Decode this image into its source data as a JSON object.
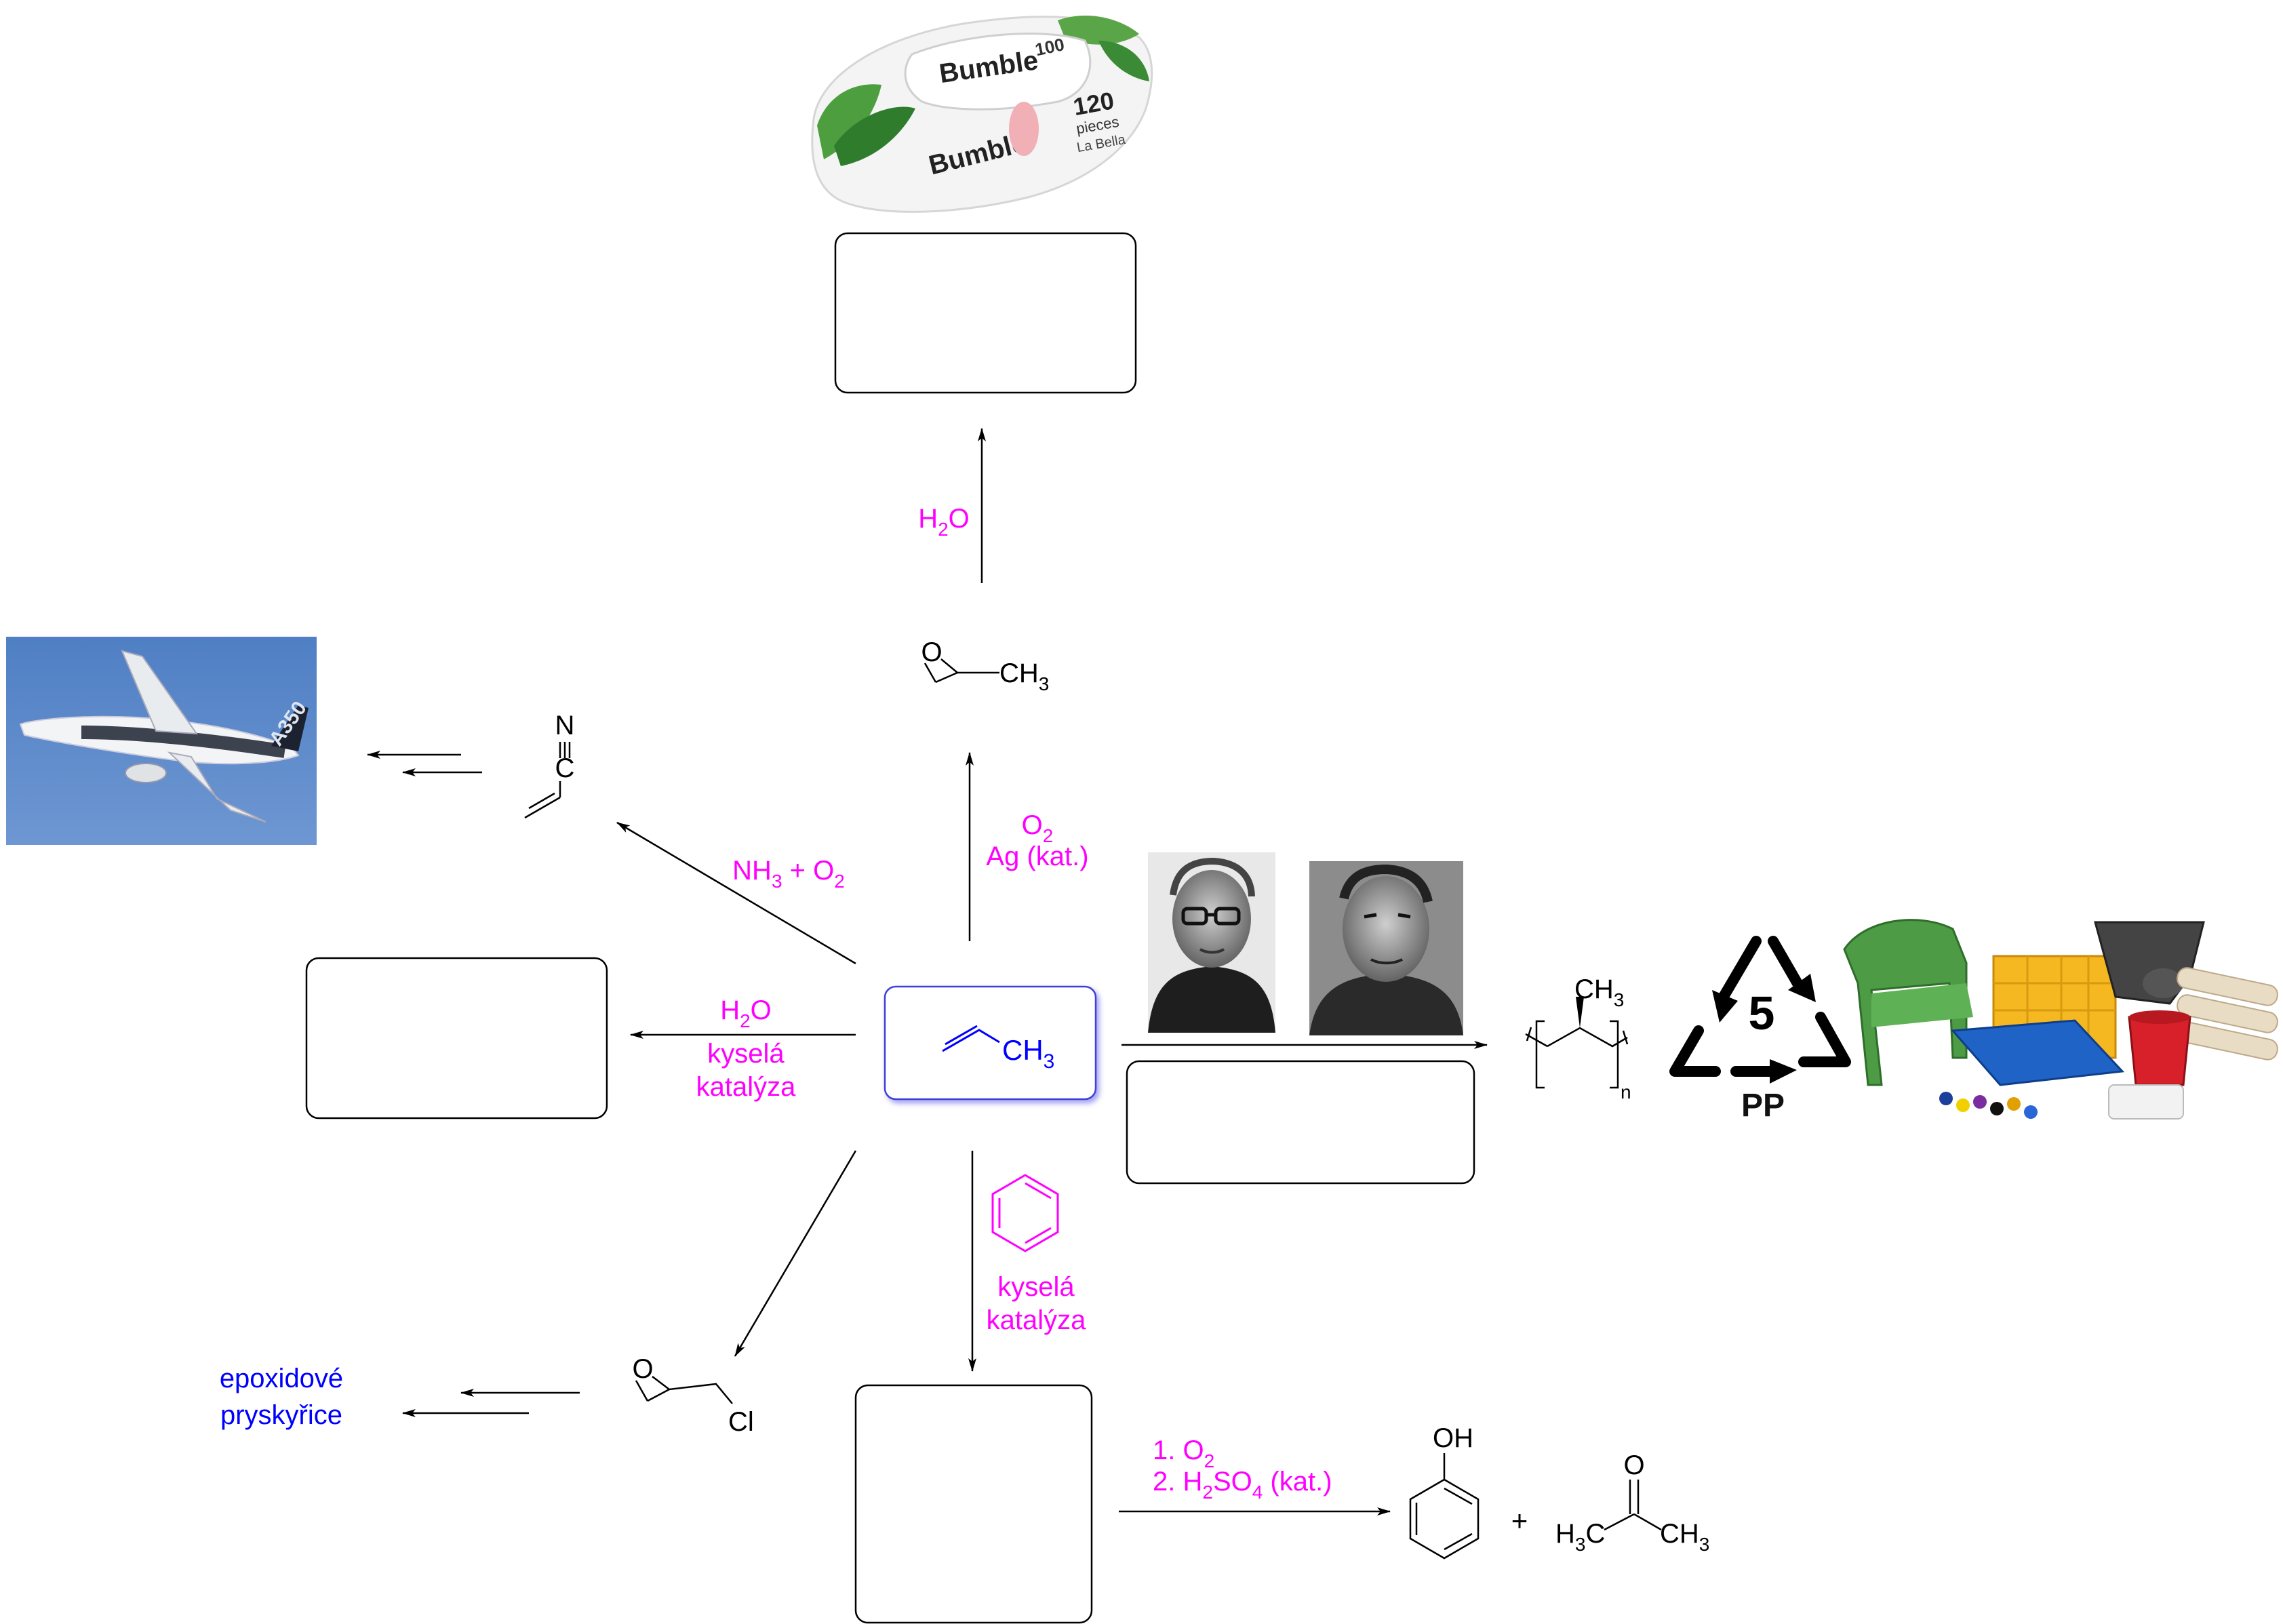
{
  "colors": {
    "reagent": "#ff00ff",
    "highlight": "#0000ff",
    "text": "#000000",
    "sky": "#5a86c8"
  },
  "center": {
    "formula": "CH",
    "formula_sub": "3"
  },
  "reactions": {
    "epoxidation": {
      "line1": "O",
      "line1_sub": "2",
      "line2": "Ag (kat.)"
    },
    "hydrolysis": {
      "text": "H",
      "sub": "2",
      "text2": "O"
    },
    "ammoxidation": {
      "text": "NH",
      "sub": "3",
      "mid": " + O",
      "sub2": "2"
    },
    "hydration": {
      "line1": "H",
      "line1_sub": "2",
      "line1_end": "O",
      "line2": "kyselá",
      "line3": "katalýza"
    },
    "alkylation": {
      "line1": "kyselá",
      "line2": "katalýza"
    },
    "cumene_oxidation": {
      "line1": "1. O",
      "line1_sub": "2",
      "line2": "2. H",
      "line2_sub": "2",
      "line2_mid": "SO",
      "line2_sub2": "4",
      "line2_end": " (kat.)"
    }
  },
  "molecules": {
    "propylene_oxide": {
      "o": "O",
      "group": "CH",
      "group_sub": "3"
    },
    "acrylonitrile": {
      "n": "N",
      "c": "C"
    },
    "epichlorohydrin": {
      "o": "O",
      "cl": "Cl"
    },
    "polypropylene": {
      "group": "CH",
      "group_sub": "3",
      "n": "n"
    },
    "phenol": {
      "oh": "OH"
    },
    "acetone": {
      "o": "O",
      "left": "H",
      "left_sub": "3",
      "left_end": "C",
      "right": "CH",
      "right_sub": "3"
    },
    "plus": "+"
  },
  "products": {
    "epoxy_resins": {
      "line1": "epoxidové",
      "line2": "pryskyřice"
    }
  },
  "recycling": {
    "number": "5",
    "label": "PP"
  },
  "wipes": {
    "brand": "Bumble",
    "sub": "La Bella",
    "count": "120",
    "unit": "pieces",
    "lid_count": "100"
  },
  "airplane": {
    "model": "A350"
  }
}
